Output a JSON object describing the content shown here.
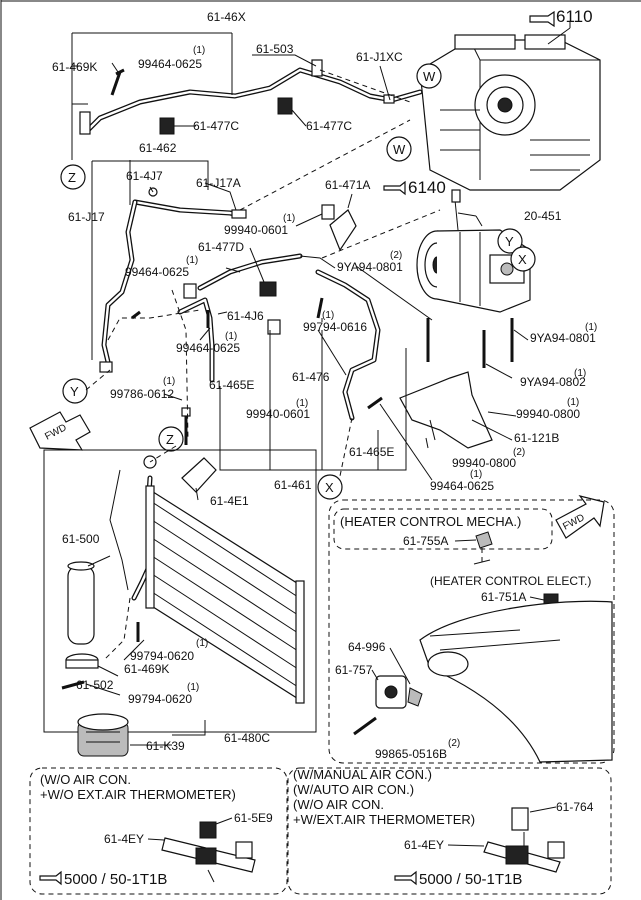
{
  "refs": {
    "top_ref": "6110",
    "compressor_ref": "6140",
    "bottom_left_ref": "5000 / 50-1T1B",
    "bottom_right_ref": "5000 / 50-1T1B"
  },
  "fwd_label": "FWD",
  "labels": {
    "p61_46X": "61-46X",
    "p61_469K_top": "61-469K",
    "p99464_0625_a": "99464-0625",
    "q_a": "(1)",
    "p61_503": "61-503",
    "p61_J1XC": "61-J1XC",
    "p61_477C_a": "61-477C",
    "p61_477C_b": "61-477C",
    "p61_462": "61-462",
    "p61_4J7": "61-4J7",
    "p61_J17A": "61-J17A",
    "p61_J17": "61-J17",
    "p99940_0601_a": "99940-0601",
    "q_b": "(1)",
    "p61_471A": "61-471A",
    "p20_451": "20-451",
    "p61_477D": "61-477D",
    "p99464_0625_b": "99464-0625",
    "q_c": "(1)",
    "p9YA94_0801_a": "9YA94-0801",
    "q_d": "(2)",
    "p61_4J6": "61-4J6",
    "p99794_0616": "99794-0616",
    "q_e": "(1)",
    "p99464_0625_c": "99464-0625",
    "q_f": "(1)",
    "p9YA94_0801_b": "9YA94-0801",
    "q_g": "(1)",
    "p99786_0612": "99786-0612",
    "q_h": "(1)",
    "p61_465E_a": "61-465E",
    "p61_476": "61-476",
    "p9YA94_0802": "9YA94-0802",
    "q_i": "(1)",
    "p99940_0800_a": "99940-0800",
    "q_j": "(1)",
    "p99940_0601_b": "99940-0601",
    "q_k": "(1)",
    "p61_121B": "61-121B",
    "p61_465E_b": "61-465E",
    "p99940_0800_b": "99940-0800",
    "q_l": "(2)",
    "p61_461": "61-461",
    "p99464_0625_d": "99464-0625",
    "q_m": "(1)",
    "p61_4E1": "61-4E1",
    "p61_500": "61-500",
    "p99794_0620_a": "99794-0620",
    "q_n": "(1)",
    "p61_469K_b": "61-469K",
    "p61_502": "61-502",
    "p99794_0620_b": "99794-0620",
    "q_o": "(1)",
    "p61_480C": "61-480C",
    "p61_K39": "61-K39",
    "p61_755A": "61-755A",
    "p61_751A": "61-751A",
    "p64_996": "64-996",
    "p61_757": "61-757",
    "p99865_0516B": "99865-0516B",
    "q_p": "(2)",
    "p61_5E9": "61-5E9",
    "p61_4EY_a": "61-4EY",
    "p61_764": "61-764",
    "p61_4EY_b": "61-4EY"
  },
  "circles": {
    "W1": "W",
    "W2": "W",
    "Z1": "Z",
    "Z2": "Z",
    "Y1": "Y",
    "Y2": "Y",
    "X1": "X",
    "X2": "X"
  },
  "boxes": {
    "heater_mecha": "(HEATER CONTROL MECHA.)",
    "heater_elect": "(HEATER CONTROL ELECT.)",
    "left_box_line1": "(W/O AIR CON.",
    "left_box_line2": "+W/O EXT.AIR THERMOMETER)",
    "right_box_line1": "(W/MANUAL AIR CON.)",
    "right_box_line2": "(W/AUTO AIR CON.)",
    "right_box_line3": "(W/O AIR CON.",
    "right_box_line4": "+W/EXT.AIR THERMOMETER)"
  }
}
